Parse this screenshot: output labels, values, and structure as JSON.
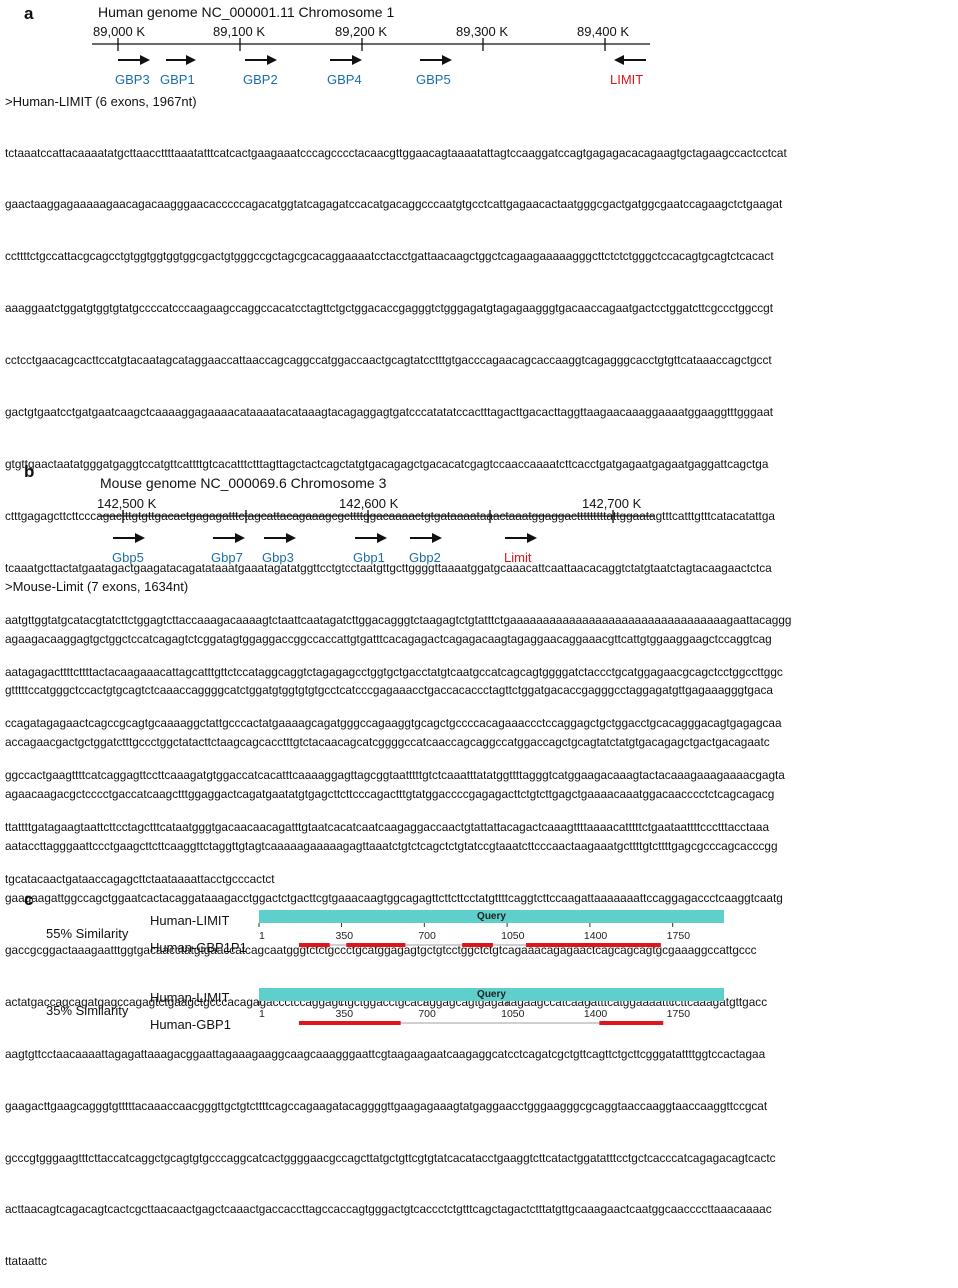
{
  "panel_a": {
    "letter": "a",
    "title": "Human genome NC_000001.11 Chromosome 1",
    "ticks": [
      "89,000 K",
      "89,100 K",
      "89,200 K",
      "89,300 K",
      "89,400 K"
    ],
    "genes": [
      {
        "name": "GBP3",
        "color": "#1a6ea8",
        "direction": "forward"
      },
      {
        "name": "GBP1",
        "color": "#1a6ea8",
        "direction": "forward"
      },
      {
        "name": "GBP2",
        "color": "#1a6ea8",
        "direction": "forward"
      },
      {
        "name": "GBP4",
        "color": "#1a6ea8",
        "direction": "forward"
      },
      {
        "name": "GBP5",
        "color": "#1a6ea8",
        "direction": "forward"
      },
      {
        "name": "LIMIT",
        "color": "#e0141a",
        "direction": "reverse"
      }
    ],
    "seq_header": ">Human-LIMIT (6 exons, 1967nt)",
    "sequence_lines": [
      "tctaaatccattacaaaatatgcttaaccttttaaatatttcatcactgaagaaatcccagcccctacaacgttggaacagtaaaatattagtccaaggatccagtgagagacacagaagtgctagaagccactcctcat",
      "gaactaaggagaaaaagaacagacaagggaacacccccagacatggtatcagagatccacatgacaggcccaatgtgcctcattgagaacactaatgggcgactgatggcgaatccagaagctctgaagat",
      "ccttttctgccattacgcagcctgtggtggtggtggcgactgtgggccgctagcgcacaggaaaatcctacctgattaacaagctggctcagaagaaaaagggcttctctctgggctccacagtgcagtctcacact",
      "aaaggaatctggatgtggtgtatgccccatcccaagaagccaggccacatcctagttctgctggacaccgagggtctgggagatgtagagaagggtgacaaccagaatgactcctggatcttcgccctggccgt",
      "cctcctgaacagcacttccatgtacaatagcataggaaccattaaccagcaggccatggaccaactgcagtatcctttgtgacccagaacagcaccaaggtcagagggcacctgtgttcataaaccagctgcct",
      "gactgtgaatcctgatgaatcaagctcaaaaggagaaaacataaaatacataaagtacagaggagtgatcccatatatccactttagacttgacacttaggttaagaacaaaggaaaatggaaggtttgggaat",
      "gtgttgaactaatatgggatgaggtccatgttcattttgtcacatttctttagttagctactcagctatgtgacagagctgacacatcgagtccaaccaaaatcttcacctgatgagaatgagaatgaggattcagctga",
      "ctttgagagcttcttcccagactttgtgttgacactgagagatttctagcattacagaaagcgcttttggacaaaactgtgataaaataaactaaatggaggactttttttttattggaatagtttcatttgtttcatacatattga",
      "tcaaatgcttactatgaatagactgaagatacagatataaatgaaatagatatggttcctgtcctaatgttgcttggggttaaaatggatgcaaacattcaattaacacaggtctatgtaatctagtacaagaactctca",
      "aatgttggtatgcatacgtatcttctggagtcttaccaaagacaaaagtctaattcaatagatcttggacagggtctaagagtctgtatttctgaaaaaaaaaaaaaaaaaaaaaaaaaaaaaaaaagaattacaggg",
      "aatagagacttttcttttactacaagaaacattagcatttgttctccataggcaggtctagagagcctggtgctgacctatgtcaatgccatcagcagtggggatctaccctgcatggagaacgcagctcctggccttggc",
      "ccagatagagaactcagccgcagtgcaaaaggctattgcccactatgaaaagcagatgggccagaaggtgcagctgccccacagaaaccctccaggagctgctggacctgcacagggacagtgagagcaa",
      "ggccactgaagttttcatcaggagttccttcaaagatgtggaccatcacatttcaaaaggagttagcggtaatttttgtctcaaatttatatggttttagggtcatggaagacaaagtactacaaagaaagaaaacgagta",
      "ttattttgatagaagtaattcttcctagctttcataatgggtgacaacaacagatttgtaatcacatcaatcaagaggaccaactgtattattacagactcaaagttttaaaacatttttctgaataattttccctttacctaaa",
      "tgcatacaactgataaccagagcttctaataaaattacctgcccactct"
    ]
  },
  "panel_b": {
    "letter": "b",
    "title": "Mouse genome NC_000069.6 Chromosome 3",
    "ticks": [
      "142,500 K",
      "142,600 K",
      "142,700 K"
    ],
    "genes": [
      {
        "name": "Gbp5",
        "color": "#1a6ea8",
        "direction": "forward"
      },
      {
        "name": "Gbp7",
        "color": "#1a6ea8",
        "direction": "forward"
      },
      {
        "name": "Gbp3",
        "color": "#1a6ea8",
        "direction": "forward"
      },
      {
        "name": "Gbp1",
        "color": "#1a6ea8",
        "direction": "forward"
      },
      {
        "name": "Gbp2",
        "color": "#1a6ea8",
        "direction": "forward"
      },
      {
        "name": "Limit",
        "color": "#e0141a",
        "direction": "forward"
      }
    ],
    "seq_header": ">Mouse-Limit (7 exons, 1634nt)",
    "sequence_lines": [
      "agaagacaaggagtgctggctccatcagagtctcggatagtggaggaccggccaccattgtgatttcacagagactcagagacaagtagaggaacaggaaacgttcattgtggaaggaagctccaggtcag",
      "gtttttccatgggctccactgtgcagtctcaaaccaggggcatctggatgtggtgtgtgcctcatcccgagaaacctgaccacaccctagttctggatgacaccgagggcctaggagatgttgagaaagggtgaca",
      "accagaacgactgctggatctttgccctggctatacttctaagcagcacctttgtctacaacagcatcggggccatcaaccagcaggccatggaccagctgcagtatctatgtgacagagctgactgacagaatc",
      "agaacaagacgctcccctgaccatcaagctttggaggactcagatgaatatgtgagcttcttcccagactttgtatggaccccgagagacttctgtcttgagctgaaaacaaatggacaacccctctcagcagacg",
      "aataccttagggaattccctgaagcttcttcaaggttctaggttgtagtcaaaaagaaaaagagttaaatctgtctcagctctgtatccgtaaatcttcccaactaagaaatgcttttgtcttttgagcgcccagcacccgg",
      "gaagaagattggccagctggaatcactacaggataaagacctggactctgacttcgtgaaacaagtggcagagttcttcttcctatgttttcaggtcttccaagattaaaaaaattccaggagaccctcaaggtcaatg",
      "gaccgcggactaaagaatttggtgacaacctatgtgaaccatcagcaatgggtctctgccctgcatggagagtgctgtcctggctctgtcagaaacagagaactcagcagcagtgcgaaaggccattgccc",
      "actatgaccagcagatgagccagagtctgaagctgcccacagagaccctccaggagctgctggacctgcacaggagcagtgagaaagaagccatcaagatttcatggaaaattccttcaaagatgttgacc",
      "aagtgttcctaacaaaattagagattaaagacggaattagaaagaaggcaagcaaagggaattcgtaagaagaatcaagaggcatcctcagatcgctgttcagttctgcttcgggatattttggtccactagaa",
      "gaagacttgaagcagggtgtttttacaaaccaacgggttgctgtcttttcagccagaagatacaggggttgaagagaaagtatgaggaacctgggaagggcgcaggtaaccaaggtaaccaaggttccgcat",
      "gcccgtgggaagtttcttaccatcaggctgcagtgtgcccaggcatcactggggaacgccagcttatgctgttcgtgtatcacatacctgaaggtcttcatactggatatttcctgctcacccatcagagacagtcactc",
      "acttaacagtcagacagtcactcgcttaacaactgagctcaaactgaccaccttagccaccagtgggactgtcaccctctgtttcagctagactctttatgttgcaaagaactcaatggcaaccccttaaacaaaac",
      "ttataattc"
    ]
  },
  "panel_c": {
    "letter": "c",
    "query_label": "Query",
    "axis_ticks": [
      "1",
      "350",
      "700",
      "1050",
      "1400",
      "1750"
    ],
    "axis_tick_values": [
      1,
      350,
      700,
      1050,
      1400,
      1750
    ],
    "query_length": 1967,
    "query_color": "#5ecfcb",
    "hit_color": "#e0141a",
    "gap_color": "#bfbfbf",
    "comparisons": [
      {
        "similarity": "55% Similarity",
        "query_name": "Human-LIMIT",
        "subject_name": "Human-GBP1P1",
        "hits": [
          [
            170,
            300
          ],
          [
            370,
            620
          ],
          [
            860,
            990
          ],
          [
            1130,
            1700
          ]
        ],
        "span": [
          170,
          1700
        ]
      },
      {
        "similarity": "35% Similarity",
        "query_name": "Human-LIMIT",
        "subject_name": "Human-GBP1",
        "hits": [
          [
            170,
            600
          ],
          [
            1440,
            1710
          ]
        ],
        "span": [
          170,
          1710
        ]
      }
    ]
  }
}
